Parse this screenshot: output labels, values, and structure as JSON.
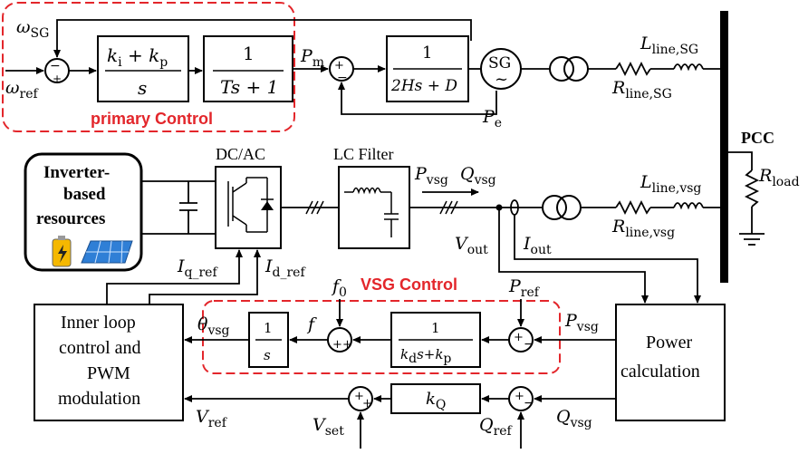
{
  "labels": {
    "omega_sg": {
      "main": "ω",
      "sub": "SG"
    },
    "omega_ref": {
      "main": "ω",
      "sub": "ref"
    },
    "pm": {
      "main": "P",
      "sub": "m"
    },
    "pe": {
      "main": "P",
      "sub": "e"
    },
    "l_line_sg": {
      "main": "L",
      "sub": "line,SG"
    },
    "r_line_sg": {
      "main": "R",
      "sub": "line,SG"
    },
    "l_line_vsg": {
      "main": "L",
      "sub": "line,vsg"
    },
    "r_line_vsg": {
      "main": "R",
      "sub": "line,vsg"
    },
    "r_load": {
      "main": "R",
      "sub": "load"
    },
    "p_vsg_top": {
      "main": "P",
      "sub": "vsg"
    },
    "q_vsg_top": {
      "main": "Q",
      "sub": "vsg"
    },
    "v_out": {
      "main": "V",
      "sub": "out"
    },
    "i_out": {
      "main": "I",
      "sub": "out"
    },
    "iq_ref": {
      "main": "I",
      "sub": "q_ref"
    },
    "id_ref": {
      "main": "I",
      "sub": "d_ref"
    },
    "f0": {
      "main": "f",
      "sub": "0"
    },
    "p_ref": {
      "main": "P",
      "sub": "ref"
    },
    "p_vsg": {
      "main": "P",
      "sub": "vsg"
    },
    "theta_vsg": {
      "main": "θ",
      "sub": "vsg"
    },
    "f": "f",
    "v_ref": {
      "main": "V",
      "sub": "ref"
    },
    "v_set": {
      "main": "V",
      "sub": "set"
    },
    "q_ref": {
      "main": "Q",
      "sub": "ref"
    },
    "q_vsg": {
      "main": "Q",
      "sub": "vsg"
    },
    "pcc": "PCC",
    "dcac": "DC/AC",
    "lc_filter": "LC Filter",
    "primary_control": "primary Control",
    "vsg_control": "VSG Control",
    "sg": "SG",
    "minus": "−",
    "plus": "+",
    "tilde": "~"
  },
  "blocks": {
    "pi_num": "k",
    "pi_num_i": "i",
    "pi_plus": " + k",
    "pi_num_p": "p",
    "pi_den": "s",
    "lag_num": "1",
    "lag_den": "Ts + 1",
    "swing_num": "1",
    "swing_den": "2Hs + D",
    "int_num": "1",
    "int_den": "s",
    "vsg_num": "1",
    "vsg_den": "k_d s+k_p",
    "kq": "k",
    "kq_sub": "Q",
    "inverter_line1": "Inverter-",
    "inverter_line2": "based",
    "inverter_line3": "resources",
    "inner_line1": "Inner loop",
    "inner_line2": "control and",
    "inner_line3": "PWM",
    "inner_line4": "modulation",
    "power_line1": "Power",
    "power_line2": "calculation"
  },
  "colors": {
    "accent_red": "#e3262b",
    "line": "#000000",
    "battery": "#f5b800",
    "solar": "#2f7fd6"
  }
}
